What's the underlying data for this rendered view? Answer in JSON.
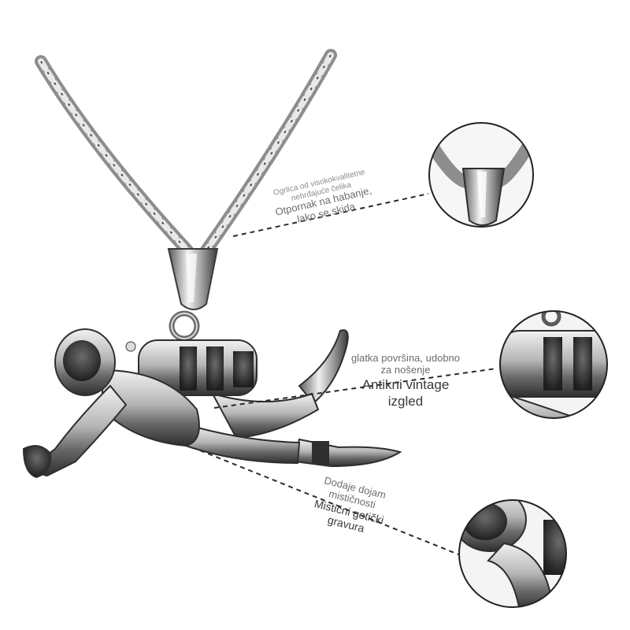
{
  "callouts": [
    {
      "sub": "Ogrlica od visokokvalitetne nehrđajuće čelika",
      "main": "Otpornak na habanje, lako se skida"
    },
    {
      "sub": "glatka površina, udobno za nošenje",
      "main": "Antikni vintage izgled"
    },
    {
      "sub": "Dodaje dojam mističnosti",
      "main": "Mistični gotički gravura"
    }
  ],
  "colors": {
    "metal_light": "#e6e6e6",
    "metal_mid": "#a9a9a9",
    "metal_dark": "#3b3b3b",
    "leader_line": "#2b2b2b"
  }
}
